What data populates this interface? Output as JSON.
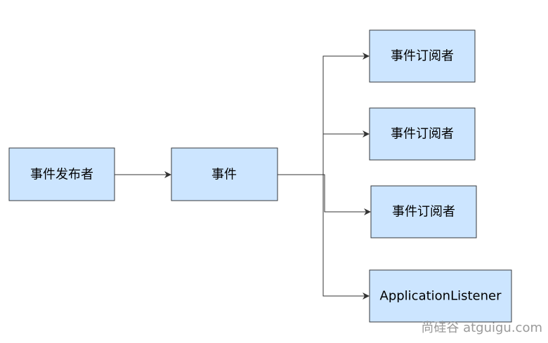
{
  "nodes": {
    "publisher": "事件发布者",
    "event": "事件",
    "subscriber_1": "事件订阅者",
    "subscriber_2": "事件订阅者",
    "subscriber_3": "事件订阅者",
    "listener": "ApplicationListener"
  },
  "watermark": "尚硅谷 atguigu.com",
  "colors": {
    "node_fill": "#cce5ff",
    "node_stroke": "#36393d",
    "edge": "#333333",
    "watermark": "#9a9a9a"
  }
}
